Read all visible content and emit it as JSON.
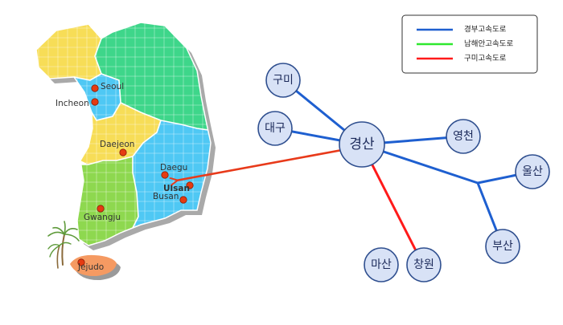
{
  "map": {
    "cities": [
      {
        "id": "seoul",
        "label": "Seoul"
      },
      {
        "id": "incheon",
        "label": "Incheon"
      },
      {
        "id": "daejeon",
        "label": "Daejeon"
      },
      {
        "id": "daegu",
        "label": "Daegu"
      },
      {
        "id": "ulsan",
        "label": "Ulsan"
      },
      {
        "id": "busan",
        "label": "Busan"
      },
      {
        "id": "gwangju",
        "label": "Gwangju"
      },
      {
        "id": "jejudo",
        "label": "Jejudo"
      }
    ],
    "region_colors": {
      "capital": "#4fc8f4",
      "gangwon": "#3ed68a",
      "north_west": "#f7dd57",
      "chungcheong": "#f7dd57",
      "yeongnam": "#4fc8f4",
      "honam": "#8ed84f",
      "jeju": "#f59a62"
    }
  },
  "network": {
    "nodes": [
      {
        "id": "gyeongsan",
        "label": "경산"
      },
      {
        "id": "gumi",
        "label": "구미"
      },
      {
        "id": "daegu",
        "label": "대구"
      },
      {
        "id": "yeongcheon",
        "label": "영천"
      },
      {
        "id": "ulsan",
        "label": "울산"
      },
      {
        "id": "busan",
        "label": "부산"
      },
      {
        "id": "masan",
        "label": "마산"
      },
      {
        "id": "changwon",
        "label": "창원"
      }
    ],
    "pointer_color": "#e83a1a"
  },
  "legend": {
    "items": [
      {
        "label": "경부고속도로",
        "color": "#1e5fd0"
      },
      {
        "label": "남해안고속도로",
        "color": "#2ee82e"
      },
      {
        "label": "구미고속도로",
        "color": "#ff1a1a"
      }
    ]
  }
}
